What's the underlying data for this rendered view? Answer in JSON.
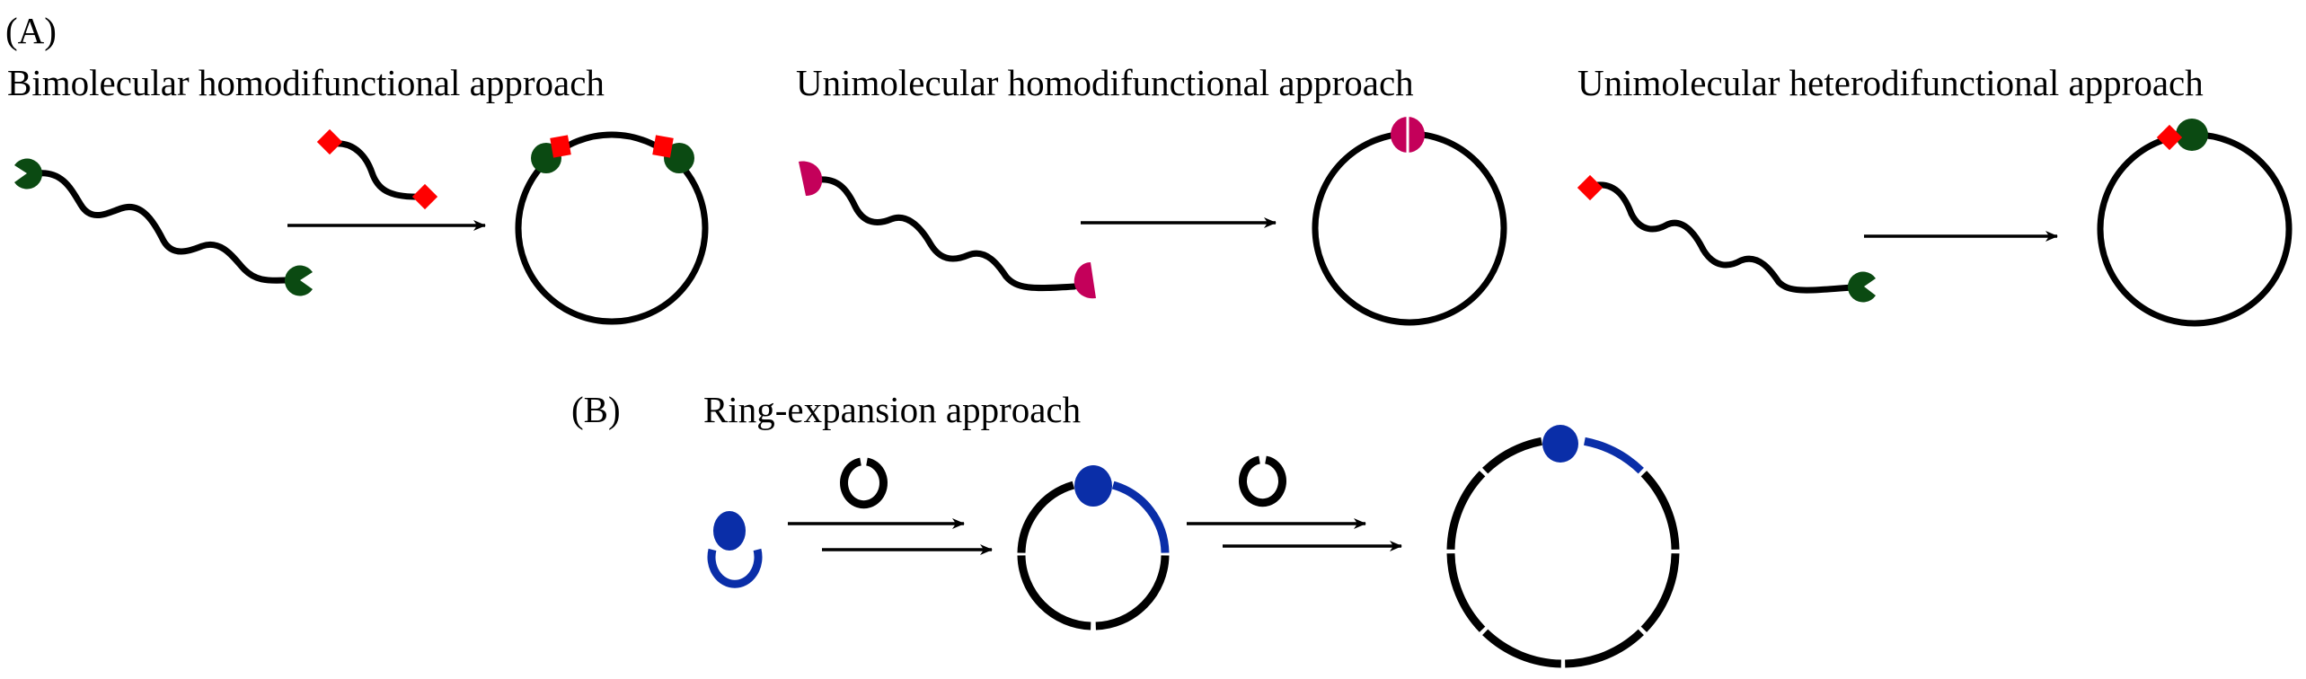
{
  "figure": {
    "panel_a": {
      "tag": "(A)",
      "approaches": [
        {
          "title": "Bimolecular homodifunctional approach",
          "reactant_end_groups": [
            "green-pacman",
            "green-pacman"
          ],
          "linker_end_groups": [
            "red-diamond",
            "red-diamond"
          ],
          "product": "ring with two green-red junctions"
        },
        {
          "title": "Unimolecular homodifunctional approach",
          "reactant_end_groups": [
            "magenta-half-disk",
            "magenta-half-disk"
          ],
          "product": "ring with one magenta junction"
        },
        {
          "title": "Unimolecular heterodifunctional approach",
          "reactant_end_groups": [
            "red-diamond",
            "green-pacman"
          ],
          "product": "ring with one red-green junction"
        }
      ]
    },
    "panel_b": {
      "tag": "(B)",
      "title": "Ring-expansion approach",
      "steps": [
        {
          "from": "cyclic initiator",
          "reagent": "small cyclic monomer",
          "to": "expanded ring (1 insertion)"
        },
        {
          "from": "expanded ring (1 insertion)",
          "reagent": "small cyclic monomer",
          "to": "expanded ring (2 insertions)"
        }
      ]
    }
  },
  "colors": {
    "backbone": "#000000",
    "green_group": "#0b4a12",
    "red_group": "#ff0000",
    "magenta_group": "#c4005a",
    "blue_initiator": "#0a2ea8"
  }
}
